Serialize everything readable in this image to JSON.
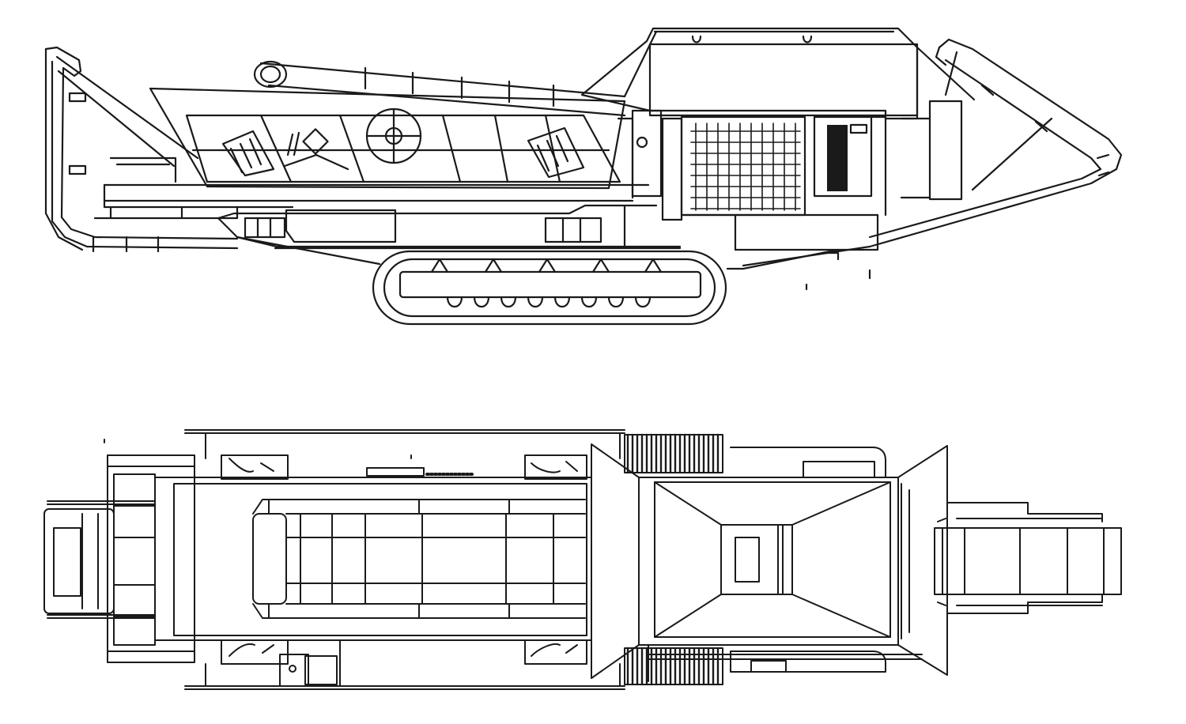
{
  "image": {
    "kind": "technical line drawing",
    "views": [
      {
        "id": "side-view"
      },
      {
        "id": "top-view"
      }
    ]
  },
  "colors": {
    "line": "#1a1a1a",
    "background": "#ffffff"
  }
}
